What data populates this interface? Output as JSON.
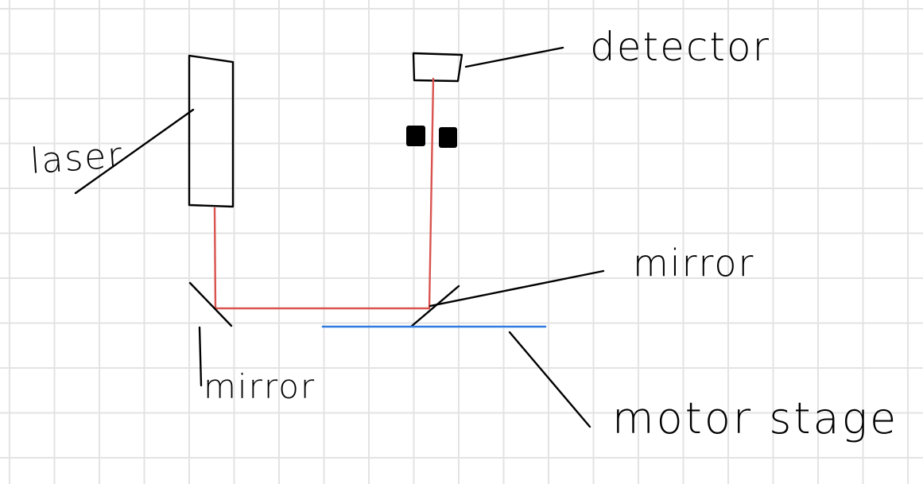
{
  "labels": {
    "laser": "laser",
    "detector": "detector",
    "mirror_right": "mirror",
    "mirror_left": "mirror",
    "motor_stage": "motor stage"
  },
  "colors": {
    "ink": "#000000",
    "beam": "#d9534f",
    "stage": "#2f7be0",
    "grid": "#e3e3e3",
    "background": "#ffffff"
  }
}
